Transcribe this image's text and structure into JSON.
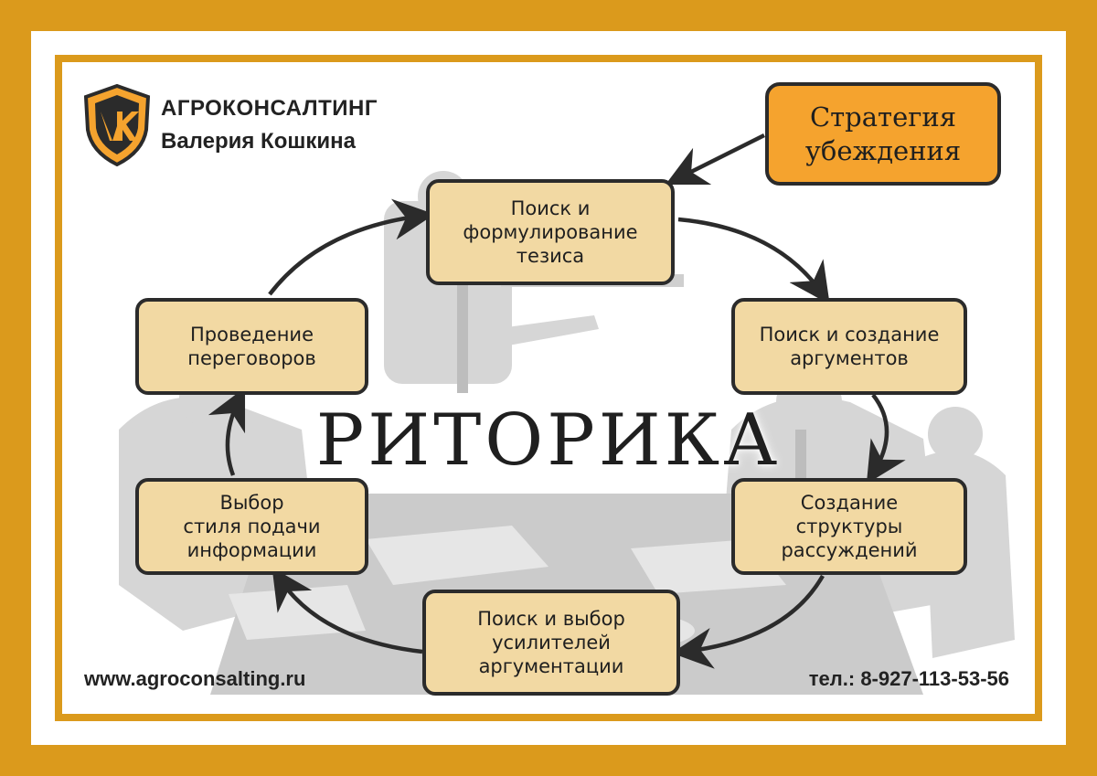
{
  "brand": {
    "name": "АГРОКОНСАЛТИНГ",
    "person": "Валерия Кошкина",
    "logo_icon": "shield-vk-logo-icon",
    "logo_color": "#f5a32e"
  },
  "diagram": {
    "center_title": "РИТОРИКА",
    "strategy_label": "Стратегия\nубеждения",
    "cycle_steps": [
      "Поиск и\nформулирование\nтезиса",
      "Поиск и создание\nаргументов",
      "Создание\nструктуры\nрассуждений",
      "Поиск и выбор\nусилителей\nаргументации",
      "Выбор\nстиля подачи\nинформации",
      "Проведение\nпереговоров"
    ]
  },
  "footer": {
    "website": "www.agroconsalting.ru",
    "phone": "тел.: 8-927-113-53-56"
  },
  "colors": {
    "frame": "#db9a1c",
    "node_fill": "#f2d9a3",
    "strategy_fill": "#f5a32e",
    "outline": "#2b2b2b"
  }
}
